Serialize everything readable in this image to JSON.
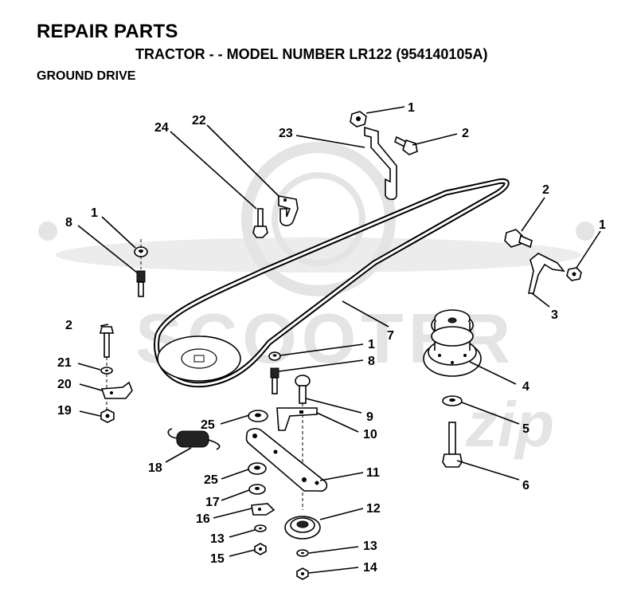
{
  "header": {
    "title": "REPAIR PARTS",
    "subtitle": "TRACTOR - - MODEL NUMBER LR122 (954140105A)",
    "section": "GROUND DRIVE"
  },
  "watermark": {
    "text": "SCOOTER",
    "text2": "zip"
  },
  "callouts": [
    {
      "id": "c1a",
      "label": "1"
    },
    {
      "id": "c2a",
      "label": "2"
    },
    {
      "id": "c23",
      "label": "23"
    },
    {
      "id": "c24",
      "label": "24"
    },
    {
      "id": "c22",
      "label": "22"
    },
    {
      "id": "c2b",
      "label": "2"
    },
    {
      "id": "c1b",
      "label": "1"
    },
    {
      "id": "c1c",
      "label": "1"
    },
    {
      "id": "c8a",
      "label": "8"
    },
    {
      "id": "c3",
      "label": "3"
    },
    {
      "id": "c2c",
      "label": "2"
    },
    {
      "id": "c7",
      "label": "7"
    },
    {
      "id": "c1d",
      "label": "1"
    },
    {
      "id": "c8b",
      "label": "8"
    },
    {
      "id": "c21",
      "label": "21"
    },
    {
      "id": "c20",
      "label": "20"
    },
    {
      "id": "c4",
      "label": "4"
    },
    {
      "id": "c19",
      "label": "19"
    },
    {
      "id": "c9",
      "label": "9"
    },
    {
      "id": "c25a",
      "label": "25"
    },
    {
      "id": "c10",
      "label": "10"
    },
    {
      "id": "c5",
      "label": "5"
    },
    {
      "id": "c18",
      "label": "18"
    },
    {
      "id": "c11",
      "label": "11"
    },
    {
      "id": "c25b",
      "label": "25"
    },
    {
      "id": "c6",
      "label": "6"
    },
    {
      "id": "c17",
      "label": "17"
    },
    {
      "id": "c12",
      "label": "12"
    },
    {
      "id": "c16",
      "label": "16"
    },
    {
      "id": "c13a",
      "label": "13"
    },
    {
      "id": "c13b",
      "label": "13"
    },
    {
      "id": "c15",
      "label": "15"
    },
    {
      "id": "c14",
      "label": "14"
    }
  ]
}
